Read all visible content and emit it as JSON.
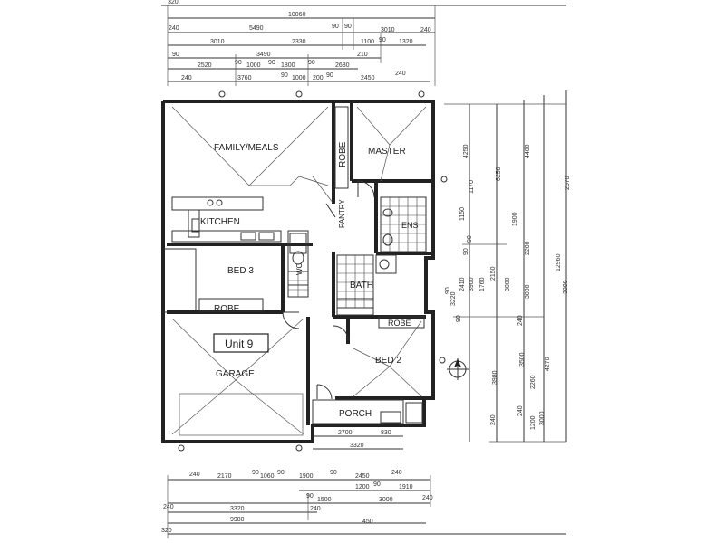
{
  "rooms": {
    "family_meals": "FAMILY/MEALS",
    "master": "MASTER",
    "robe_master": "ROBE",
    "pantry": "PANTRY",
    "ens": "ENS",
    "kitchen": "KITCHEN",
    "bed3": "BED 3",
    "wc": "WC",
    "bath": "BATH",
    "robe_bed3": "ROBE",
    "robe_bed2": "ROBE",
    "unit": "Unit 9",
    "garage": "GARAGE",
    "bed2": "BED 2",
    "porch": "PORCH"
  },
  "dimensions": {
    "top": {
      "r1": [
        "320"
      ],
      "r2": [
        "10060"
      ],
      "r3": [
        "240",
        "5490",
        "90",
        "90",
        "3010",
        "240"
      ],
      "r4": [
        "3010",
        "2330",
        "1100",
        "90",
        "1320"
      ],
      "r5": [
        "90",
        "3490",
        "210"
      ],
      "r6": [
        "2520",
        "90",
        "1000",
        "90",
        "1800",
        "90",
        "2680"
      ],
      "r7": [
        "240",
        "3760",
        "90",
        "1000",
        "200",
        "90",
        "2450",
        "240"
      ]
    },
    "bottom": {
      "b1": [
        "2700",
        "830"
      ],
      "b2": [
        "3320"
      ],
      "b3": [
        "240",
        "2170",
        "90",
        "1060",
        "90",
        "1900",
        "90",
        "2450",
        "240"
      ],
      "b4": [
        "1200",
        "90",
        "1910"
      ],
      "b5": [
        "240",
        "1500",
        "90",
        "3000",
        "240"
      ],
      "b6": [
        "3320",
        "240"
      ],
      "b7": [
        "9980"
      ],
      "b8": [
        "320",
        "450"
      ]
    },
    "right": {
      "inner": [
        "90",
        "3220",
        "90",
        "2410",
        "90",
        "3900",
        "90",
        "1150",
        "1170"
      ],
      "mid": [
        "4250",
        "1760",
        "2150",
        "3000",
        "3980",
        "240"
      ],
      "outer": [
        "6250",
        "4400",
        "1900",
        "2200",
        "3500",
        "240",
        "3000",
        "2260",
        "240",
        "1200"
      ],
      "far": [
        "2670",
        "12960",
        "3000",
        "4270",
        "3000"
      ]
    }
  },
  "colors": {
    "ink": "#222222",
    "paper": "#ffffff"
  },
  "icons": [
    "north-arrow-icon",
    "door-swing-icon",
    "toilet-icon",
    "basin-icon",
    "cooktop-icon",
    "sink-icon"
  ]
}
